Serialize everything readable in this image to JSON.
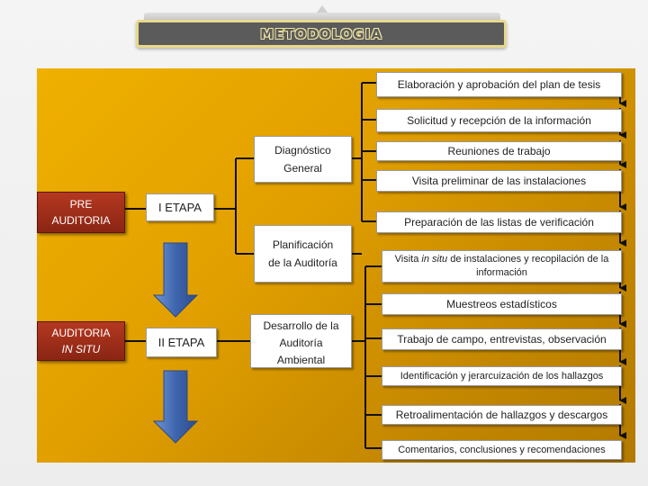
{
  "title": "METODOLOGIA",
  "stages": {
    "pre": {
      "line1": "PRE",
      "line2": "AUDITORIA"
    },
    "insitu": {
      "line1": "AUDITORIA",
      "line2": "IN SITU"
    }
  },
  "etapas": {
    "one": "I ETAPA",
    "two": "II ETAPA"
  },
  "middle": {
    "diagnostico": {
      "line1": "Diagnóstico",
      "line2": "General"
    },
    "planificacion": {
      "line1": "Planificación",
      "line2": "de la Auditoría"
    },
    "desarrollo": {
      "line1": "Desarrollo de la",
      "line2": "Auditoría",
      "line3": "Ambiental"
    }
  },
  "steps": [
    "Elaboración y aprobación del plan de tesis",
    "Solicitud y recepción de la información",
    "Reuniones de trabajo",
    "Visita preliminar de las instalaciones",
    "Preparación de las listas de verificación",
    "Muestreos estadísticos",
    "Trabajo de campo, entrevistas, observación",
    "Identificación y jerarcuización de los hallazgos",
    "Retroalimentación de hallazgos y descargos",
    "Comentarios, conclusiones y recomendaciones"
  ],
  "visita_in_situ": {
    "prefix": "Visita ",
    "italic": "in situ",
    "rest": " de instalaciones y recopilación de la",
    "line2": "información"
  },
  "colors": {
    "panel": "#e2a000",
    "stage": "#a0301a",
    "arrow": "#3f66ae",
    "banner": "#5b5b5b"
  }
}
